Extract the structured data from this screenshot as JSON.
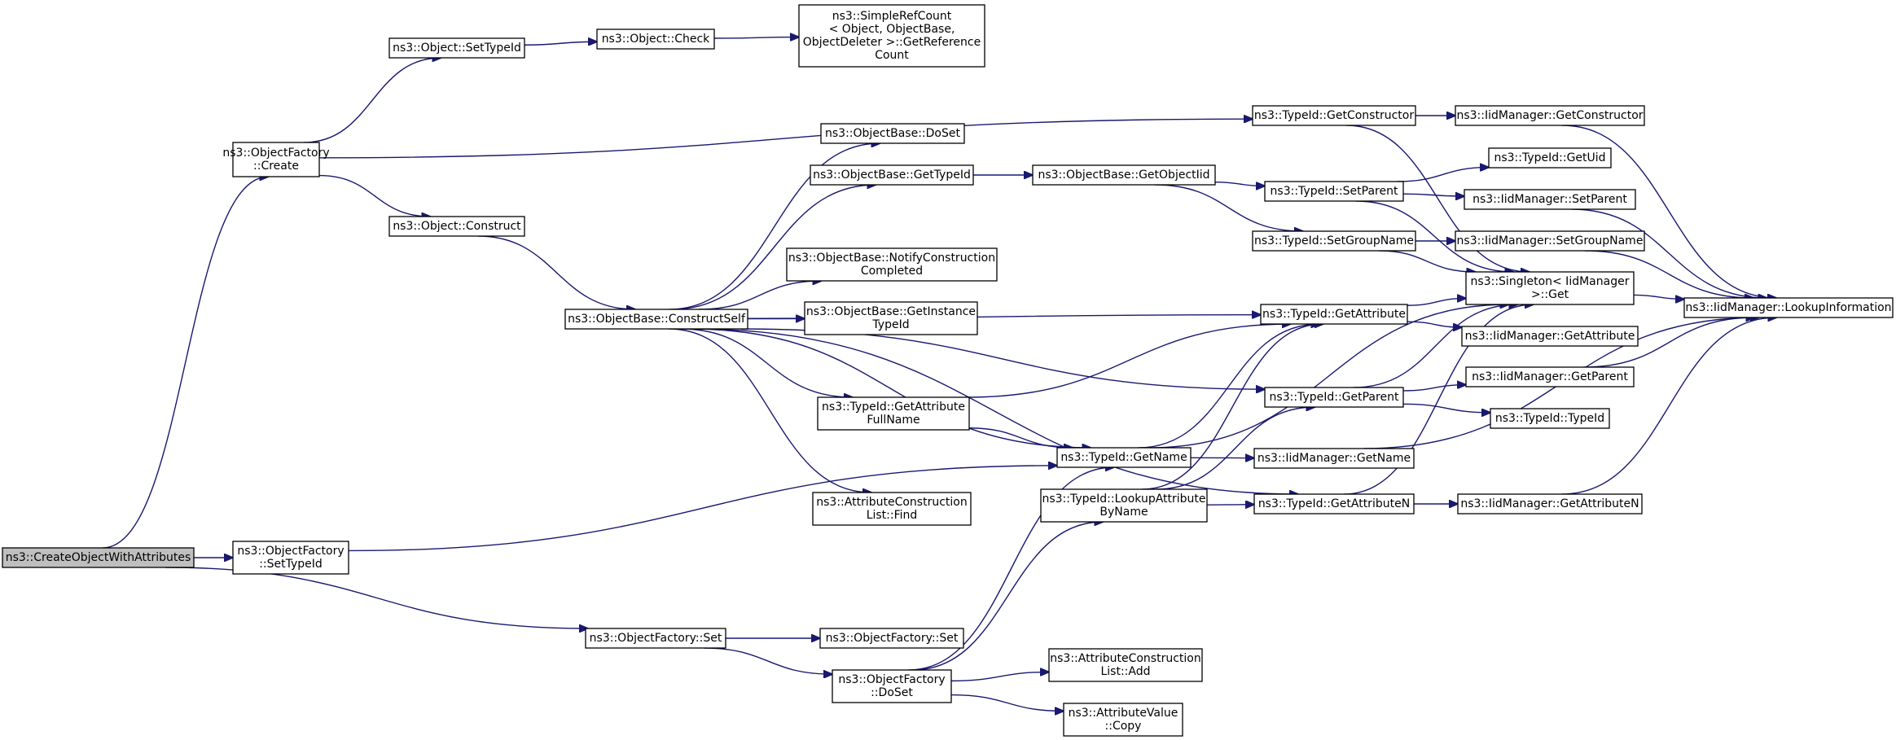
{
  "nodes": [
    {
      "id": "root",
      "lines": [
        "ns3::CreateObjectWithAttributes"
      ],
      "root": true
    },
    {
      "id": "of_create",
      "lines": [
        "ns3::ObjectFactory",
        "::Create"
      ]
    },
    {
      "id": "of_settypeid",
      "lines": [
        "ns3::ObjectFactory",
        "::SetTypeId"
      ]
    },
    {
      "id": "of_set",
      "lines": [
        "ns3::ObjectFactory::Set"
      ]
    },
    {
      "id": "obj_settypeid",
      "lines": [
        "ns3::Object::SetTypeId"
      ]
    },
    {
      "id": "obj_construct",
      "lines": [
        "ns3::Object::Construct"
      ]
    },
    {
      "id": "obj_check",
      "lines": [
        "ns3::Object::Check"
      ]
    },
    {
      "id": "simplerefcount",
      "lines": [
        "ns3::SimpleRefCount",
        "< Object, ObjectBase,",
        "ObjectDeleter >::GetReference",
        "Count"
      ]
    },
    {
      "id": "ob_constructself",
      "lines": [
        "ns3::ObjectBase::ConstructSelf"
      ]
    },
    {
      "id": "ob_doset",
      "lines": [
        "ns3::ObjectBase::DoSet"
      ]
    },
    {
      "id": "ob_gettypeid",
      "lines": [
        "ns3::ObjectBase::GetTypeId"
      ]
    },
    {
      "id": "ob_notify",
      "lines": [
        "ns3::ObjectBase::NotifyConstruction",
        "Completed"
      ]
    },
    {
      "id": "ob_getinstance",
      "lines": [
        "ns3::ObjectBase::GetInstance",
        "TypeId"
      ]
    },
    {
      "id": "tid_getattrfullname",
      "lines": [
        "ns3::TypeId::GetAttribute",
        "FullName"
      ]
    },
    {
      "id": "acl_find",
      "lines": [
        "ns3::AttributeConstruction",
        "List::Find"
      ]
    },
    {
      "id": "of_set2",
      "lines": [
        "ns3::ObjectFactory::Set"
      ]
    },
    {
      "id": "of_doset",
      "lines": [
        "ns3::ObjectFactory",
        "::DoSet"
      ]
    },
    {
      "id": "ob_getobjectiid",
      "lines": [
        "ns3::ObjectBase::GetObjectIid"
      ]
    },
    {
      "id": "tid_getname",
      "lines": [
        "ns3::TypeId::GetName"
      ]
    },
    {
      "id": "tid_lookupattr",
      "lines": [
        "ns3::TypeId::LookupAttribute",
        "ByName"
      ]
    },
    {
      "id": "acl_add",
      "lines": [
        "ns3::AttributeConstruction",
        "List::Add"
      ]
    },
    {
      "id": "av_copy",
      "lines": [
        "ns3::AttributeValue",
        "::Copy"
      ]
    },
    {
      "id": "tid_getconstructor",
      "lines": [
        "ns3::TypeId::GetConstructor"
      ]
    },
    {
      "id": "tid_setparent",
      "lines": [
        "ns3::TypeId::SetParent"
      ]
    },
    {
      "id": "tid_setgroupname",
      "lines": [
        "ns3::TypeId::SetGroupName"
      ]
    },
    {
      "id": "tid_getattribute",
      "lines": [
        "ns3::TypeId::GetAttribute"
      ]
    },
    {
      "id": "tid_getparent",
      "lines": [
        "ns3::TypeId::GetParent"
      ]
    },
    {
      "id": "tid_getattributen",
      "lines": [
        "ns3::TypeId::GetAttributeN"
      ]
    },
    {
      "id": "iid_getconstructor",
      "lines": [
        "ns3::IidManager::GetConstructor"
      ]
    },
    {
      "id": "tid_getuid",
      "lines": [
        "ns3::TypeId::GetUid"
      ]
    },
    {
      "id": "iid_setparent",
      "lines": [
        "ns3::IidManager::SetParent"
      ]
    },
    {
      "id": "iid_setgroupname",
      "lines": [
        "ns3::IidManager::SetGroupName"
      ]
    },
    {
      "id": "singleton_get",
      "lines": [
        "ns3::Singleton< IidManager",
        ">::Get"
      ]
    },
    {
      "id": "iid_getattribute",
      "lines": [
        "ns3::IidManager::GetAttribute"
      ]
    },
    {
      "id": "iid_getparent",
      "lines": [
        "ns3::IidManager::GetParent"
      ]
    },
    {
      "id": "tid_typeid",
      "lines": [
        "ns3::TypeId::TypeId"
      ]
    },
    {
      "id": "iid_getname",
      "lines": [
        "ns3::IidManager::GetName"
      ]
    },
    {
      "id": "iid_getattributen",
      "lines": [
        "ns3::IidManager::GetAttributeN"
      ]
    },
    {
      "id": "iid_lookupinfo",
      "lines": [
        "ns3::IidManager::LookupInformation"
      ]
    }
  ],
  "edges": [
    [
      "root",
      "of_create"
    ],
    [
      "root",
      "of_settypeid"
    ],
    [
      "root",
      "of_set"
    ],
    [
      "of_create",
      "obj_settypeid"
    ],
    [
      "of_create",
      "obj_construct"
    ],
    [
      "of_create",
      "tid_getconstructor"
    ],
    [
      "obj_settypeid",
      "obj_check"
    ],
    [
      "obj_check",
      "simplerefcount"
    ],
    [
      "obj_construct",
      "ob_constructself"
    ],
    [
      "ob_constructself",
      "ob_doset"
    ],
    [
      "ob_constructself",
      "ob_gettypeid"
    ],
    [
      "ob_constructself",
      "ob_notify"
    ],
    [
      "ob_constructself",
      "ob_getinstance"
    ],
    [
      "ob_constructself",
      "tid_getattrfullname"
    ],
    [
      "ob_constructself",
      "acl_find"
    ],
    [
      "ob_constructself",
      "tid_getattribute"
    ],
    [
      "ob_constructself",
      "tid_getparent"
    ],
    [
      "ob_constructself",
      "tid_getname"
    ],
    [
      "ob_constructself",
      "tid_getattributen"
    ],
    [
      "ob_gettypeid",
      "ob_getobjectiid"
    ],
    [
      "ob_getobjectiid",
      "tid_setparent"
    ],
    [
      "ob_getobjectiid",
      "tid_setgroupname"
    ],
    [
      "tid_getattrfullname",
      "tid_getattribute"
    ],
    [
      "tid_getattrfullname",
      "tid_getname"
    ],
    [
      "of_settypeid",
      "tid_getname"
    ],
    [
      "of_set",
      "of_set2"
    ],
    [
      "of_set",
      "of_doset"
    ],
    [
      "of_doset",
      "tid_getname"
    ],
    [
      "of_doset",
      "tid_lookupattr"
    ],
    [
      "of_doset",
      "acl_add"
    ],
    [
      "of_doset",
      "av_copy"
    ],
    [
      "tid_getname",
      "iid_getname"
    ],
    [
      "tid_getname",
      "singleton_get"
    ],
    [
      "tid_getname",
      "tid_getattribute"
    ],
    [
      "tid_lookupattr",
      "tid_getattributen"
    ],
    [
      "tid_lookupattr",
      "tid_getparent"
    ],
    [
      "tid_lookupattr",
      "tid_getattribute"
    ],
    [
      "tid_getconstructor",
      "iid_getconstructor"
    ],
    [
      "tid_getconstructor",
      "singleton_get"
    ],
    [
      "tid_setparent",
      "tid_getuid"
    ],
    [
      "tid_setparent",
      "iid_setparent"
    ],
    [
      "tid_setparent",
      "singleton_get"
    ],
    [
      "tid_setgroupname",
      "iid_setgroupname"
    ],
    [
      "tid_setgroupname",
      "singleton_get"
    ],
    [
      "tid_getattribute",
      "singleton_get"
    ],
    [
      "tid_getattribute",
      "iid_getattribute"
    ],
    [
      "tid_getparent",
      "singleton_get"
    ],
    [
      "tid_getparent",
      "iid_getparent"
    ],
    [
      "tid_getparent",
      "tid_typeid"
    ],
    [
      "tid_getattributen",
      "singleton_get"
    ],
    [
      "tid_getattributen",
      "iid_getattributen"
    ],
    [
      "iid_getconstructor",
      "iid_lookupinfo"
    ],
    [
      "iid_setparent",
      "iid_lookupinfo"
    ],
    [
      "iid_setgroupname",
      "iid_lookupinfo"
    ],
    [
      "singleton_get",
      "iid_lookupinfo"
    ],
    [
      "iid_getparent",
      "iid_lookupinfo"
    ],
    [
      "iid_getname",
      "iid_lookupinfo"
    ],
    [
      "iid_getattributen",
      "iid_lookupinfo"
    ]
  ]
}
